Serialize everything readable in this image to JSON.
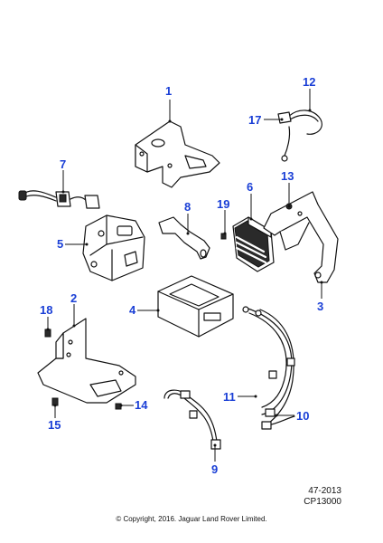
{
  "callouts": {
    "c1": "1",
    "c2": "2",
    "c3": "3",
    "c4": "4",
    "c5": "5",
    "c6": "6",
    "c7": "7",
    "c8": "8",
    "c9": "9",
    "c10": "10",
    "c11": "11",
    "c12": "12",
    "c13": "13",
    "c14": "14",
    "c15": "15",
    "c17": "17",
    "c18": "18",
    "c19": "19"
  },
  "reference": {
    "code": "47-2013",
    "plate": "CP13000"
  },
  "copyright": "© Copyright, 2016. Jaguar Land Rover Limited.",
  "colors": {
    "callout": "#1a3fd6",
    "line": "#111111"
  }
}
